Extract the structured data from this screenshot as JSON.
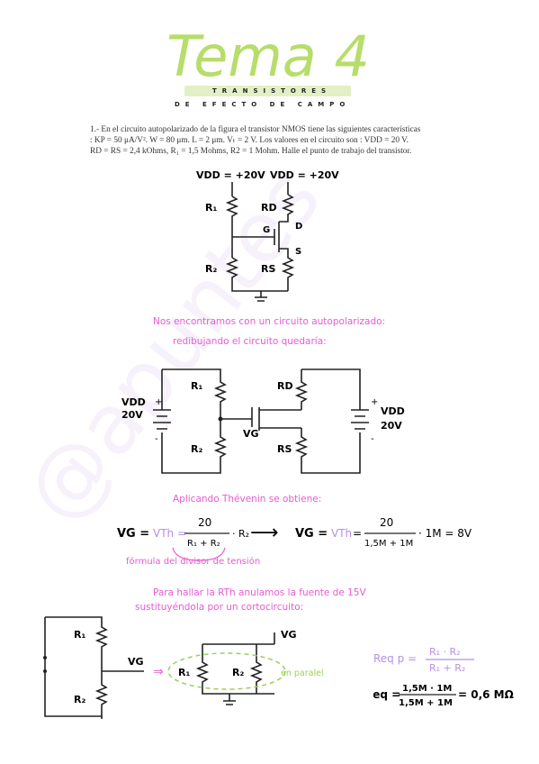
{
  "header": {
    "title": "Tema 4",
    "subtitle_line1": "TRANSISTORES",
    "subtitle_line2": "DE EFECTO DE CAMPO"
  },
  "problem": {
    "line1": "1.- En el circuito autopolarizado de la figura el transistor NMOS tiene las siguientes características",
    "line2": ": KP = 50 μA/V². W = 80 μm. L = 2 μm. Vₜ = 2 V. Los valores en el circuito son : VDD = 20 V.",
    "line3": "RD = RS = 2,4 kOhms, R₁ = 1,5 Mohms, R2 = 1 Mohm. Halle el punto de trabajo del transistor."
  },
  "circuit1": {
    "vdd_left": "VDD = +20V",
    "vdd_right": "VDD = +20V",
    "r1": "R₁",
    "r2": "R₂",
    "rd": "RD",
    "rs": "RS",
    "g": "G",
    "d": "D",
    "s": "S"
  },
  "notes": {
    "autopolarizado": "Nos encontramos con un circuito autopolarizado:",
    "redibujando": "redibujando el circuito quedaría:",
    "thevenin": "Aplicando Thévenin se obtiene:",
    "divisor": "fórmula del divisor de tensión",
    "para_hallar": "Para hallar la RTh anulamos la fuente de 15V",
    "sustituyendola": "sustituyéndola por un cortocircuito:",
    "en_paralelo": "en paralelo"
  },
  "circuit2": {
    "vdd_left": "VDD",
    "v_left": "20V",
    "plus": "+",
    "minus": "-",
    "vdd_right": "VDD",
    "v_right": "20V",
    "r1": "R₁",
    "r2": "R₂",
    "rd": "RD",
    "rs": "RS",
    "vg": "VG"
  },
  "formulas": {
    "vg1": "VG =",
    "vth1": "VTh",
    "eq": "=",
    "num1": "20",
    "den1": "R₁ + R₂",
    "mul_r2": "· R₂",
    "arrow": "⟶",
    "vg2": "VG =",
    "vth2": "VTh",
    "num2": "20",
    "den2": "1,5M + 1M",
    "mul_result": "· 1M = 8V",
    "req_label": "Req p =",
    "req_num": "R₁ · R₂",
    "req_den": "R₁ + R₂",
    "req2_label": "Req =",
    "req2_num": "1,5M · 1M",
    "req2_den": "1,5M + 1M",
    "req2_result": "= 0,6 MΩ"
  },
  "circuit3": {
    "r1": "R₁",
    "r2": "R₂",
    "vg": "VG",
    "r1b": "R₁",
    "r2b": "R₂",
    "vgb": "VG",
    "arrow": "⇒"
  },
  "colors": {
    "green_title": "#b7dd6a",
    "green_band": "#e3efc4",
    "pink": "#e65bd3",
    "lilac": "#b590e6",
    "green_dash": "#9ccf5a"
  }
}
